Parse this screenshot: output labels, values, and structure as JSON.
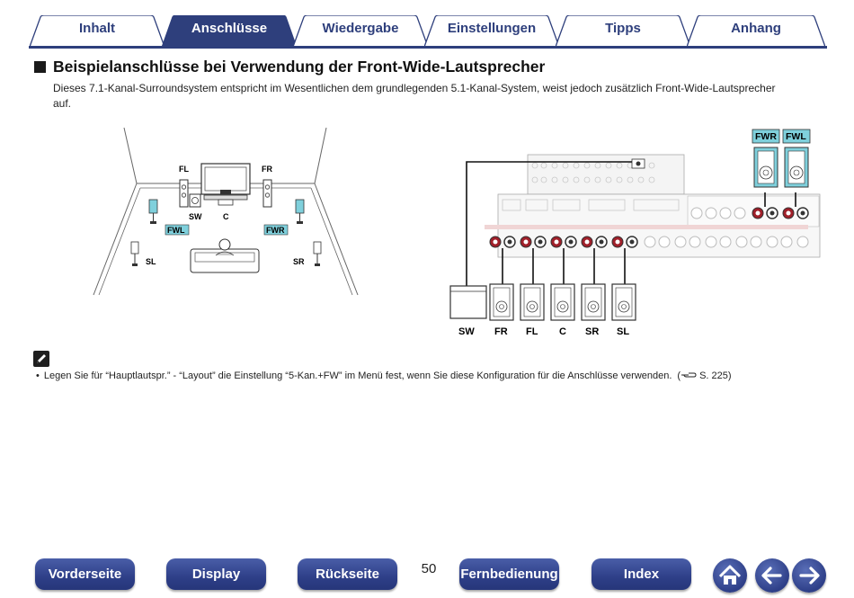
{
  "tabs": [
    {
      "label": "Inhalt",
      "active": false
    },
    {
      "label": "Anschlüsse",
      "active": true
    },
    {
      "label": "Wiedergabe",
      "active": false
    },
    {
      "label": "Einstellungen",
      "active": false
    },
    {
      "label": "Tipps",
      "active": false
    },
    {
      "label": "Anhang",
      "active": false
    }
  ],
  "heading": "Beispielanschlüsse bei Verwendung der Front-Wide-Lautsprecher",
  "description": "Dieses 7.1-Kanal-Surroundsystem entspricht im Wesentlichen dem grundlegenden 5.1-Kanal-System, weist jedoch zusätzlich Front-Wide-Lautsprecher auf.",
  "room_diagram": {
    "labels": {
      "fl": "FL",
      "fr": "FR",
      "sw": "SW",
      "c": "C",
      "fwl": "FWL",
      "fwr": "FWR",
      "sl": "SL",
      "sr": "SR"
    }
  },
  "wiring_diagram": {
    "top_speakers": [
      "FWR",
      "FWL"
    ],
    "bottom_speakers": [
      "SW",
      "FR",
      "FL",
      "C",
      "SR",
      "SL"
    ]
  },
  "note": {
    "icon": "pencil-icon",
    "text": "Legen Sie für “Hauptlautspr.” - “Layout” die Einstellung “5-Kan.+FW” im Menü fest, wenn Sie diese Konfiguration für die Anschlüsse verwenden.",
    "ref_icon": "pointing-hand-icon",
    "ref_text": "S. 225)",
    "ref_open": "("
  },
  "page_number": "50",
  "nav": {
    "front": "Vorderseite",
    "display": "Display",
    "back": "Rückseite",
    "remote": "Fernbedienung",
    "index": "Index",
    "home_icon": "home-icon",
    "prev_icon": "arrow-left-icon",
    "next_icon": "arrow-right-icon"
  },
  "colors": {
    "navy": "#2e3f7c",
    "speaker_label_bg": "#7fd0dc",
    "terminal_red": "#a0202a"
  }
}
